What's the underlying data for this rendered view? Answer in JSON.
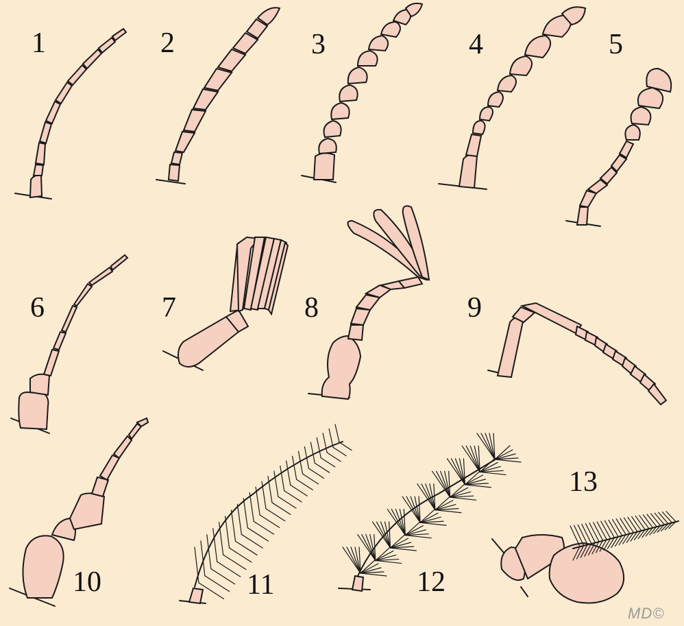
{
  "labels": [
    "1",
    "2",
    "3",
    "4",
    "5",
    "6",
    "7",
    "8",
    "9",
    "10",
    "11",
    "12",
    "13"
  ],
  "signature": "MD©",
  "colors": {
    "background": "#faebd1",
    "segment_fill": "#f6d0c0",
    "outline": "#1a1a1a"
  }
}
